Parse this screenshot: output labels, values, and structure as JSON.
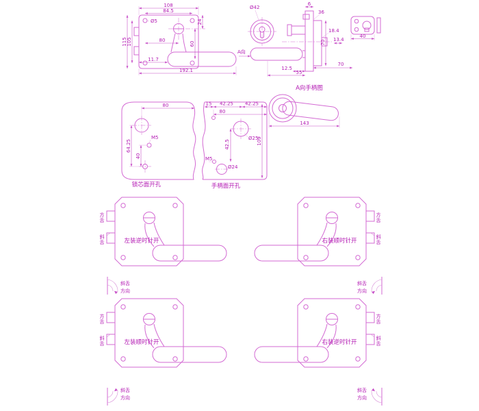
{
  "colors": {
    "line": "#d36ad3",
    "text": "#b31ab3"
  },
  "drawing": {
    "front_view": {
      "dim_108": "108",
      "dim_84_5": "84.5",
      "dim_24": "24",
      "dim_115": "115",
      "dim_105": "105",
      "dim_phi5": "Ø5",
      "dim_80": "80",
      "dim_60": "60",
      "dim_11_7": "11.7",
      "dim_192_1": "192.1"
    },
    "cylinder_view": {
      "dim_phi42": "Ø42"
    },
    "side_view": {
      "dim_6": "6",
      "dim_36": "36",
      "dim_70_side": "70",
      "dim_18_4": "18.4",
      "dim_13_4": "13.4",
      "dim_12_5": "12.5",
      "dim_55": "55",
      "dim_70_depth": "70",
      "label_view_a": "A向"
    },
    "strike_plate": {
      "dim_40": "40"
    },
    "core_template": {
      "dim_80": "80",
      "dim_64_25": "64.25",
      "dim_m5": "M5",
      "dim_40": "40",
      "caption": "锁芯面开孔"
    },
    "handle_template": {
      "dim_15": "15",
      "dim_42_25_a": "42.25",
      "dim_42_25_b": "42.25",
      "dim_80": "80",
      "dim_42_5": "42.5",
      "dim_109": "109",
      "dim_phi25": "Ø25",
      "dim_m5": "M5",
      "dim_phi24": "Ø24",
      "caption": "手柄面开孔"
    },
    "handle_view": {
      "title": "A向手柄图",
      "dim_143": "143"
    },
    "installs": [
      {
        "caption": "左装逆时针开",
        "square_bolt": "方舌",
        "latch_bolt": "斜舌",
        "latch_dir_1": "斜舌",
        "latch_dir_2": "方向"
      },
      {
        "caption": "右装顺时针开",
        "square_bolt": "方舌",
        "latch_bolt": "斜舌",
        "latch_dir_1": "斜舌",
        "latch_dir_2": "方向"
      },
      {
        "caption": "左装顺时针开",
        "square_bolt": "方舌",
        "latch_bolt": "斜舌",
        "latch_dir_1": "斜舌",
        "latch_dir_2": "方向"
      },
      {
        "caption": "右装逆时针开",
        "square_bolt": "方舌",
        "latch_bolt": "斜舌",
        "latch_dir_1": "斜舌",
        "latch_dir_2": "方向"
      }
    ]
  }
}
